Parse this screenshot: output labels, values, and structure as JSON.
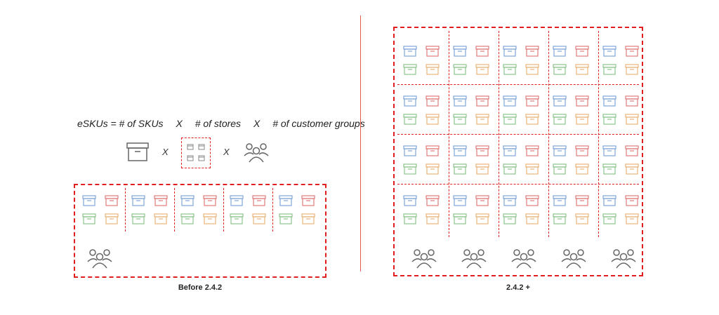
{
  "formula": {
    "lhs": "eSKUs = # of SKUs",
    "x1": "X",
    "stores": "# of stores",
    "x2": "X",
    "groups": "# of customer groups"
  },
  "icon_row": {
    "x1": "X",
    "x2": "X"
  },
  "labels": {
    "before": "Before 2.4.2",
    "after": "2.4.2 +"
  },
  "colors": {
    "panel_border": "#e02020",
    "divider": "#e45a4e",
    "sku_blue": "#7ea6d8",
    "sku_red": "#e07b7b",
    "sku_green": "#8cc48c",
    "sku_orange": "#e8b37a",
    "icon_gray": "#666666"
  },
  "icons": {
    "sku": "box-icon",
    "store": "store-grid-icon",
    "group": "people-group-icon"
  }
}
